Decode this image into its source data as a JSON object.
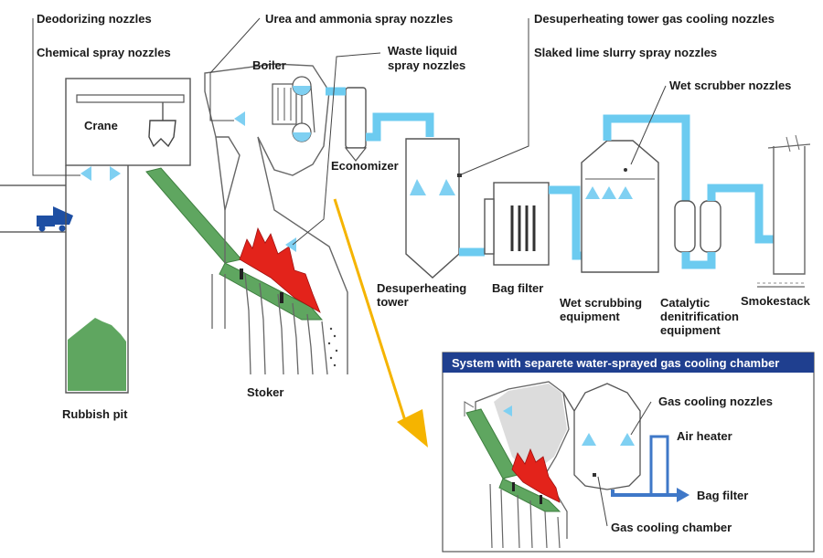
{
  "labels": {
    "deodorizing": "Deodorizing nozzles",
    "chemical": "Chemical spray nozzles",
    "urea": "Urea and ammonia spray nozzles",
    "waste_liquid_1": "Waste liquid",
    "waste_liquid_2": "spray nozzles",
    "desuper_nozzles": "Desuperheating tower gas cooling nozzles",
    "slaked_lime": "Slaked lime slurry spray nozzles",
    "wet_scrubber_nozzles": "Wet scrubber nozzles",
    "boiler": "Boiler",
    "crane": "Crane",
    "economizer": "Economizer",
    "desuper_tower_1": "Desuperheating",
    "desuper_tower_2": "tower",
    "bag_filter": "Bag filter",
    "wet_scrubbing_1": "Wet scrubbing",
    "wet_scrubbing_2": "equipment",
    "catalytic_1": "Catalytic",
    "catalytic_2": "denitrification",
    "catalytic_3": "equipment",
    "smokestack": "Smokestack",
    "rubbish_pit": "Rubbish pit",
    "stoker": "Stoker"
  },
  "inset": {
    "title": "System with separete water-sprayed gas cooling chamber",
    "gas_cooling_nozzles": "Gas cooling nozzles",
    "air_heater": "Air heater",
    "bag_filter": "Bag filter",
    "gas_cooling_chamber": "Gas cooling chamber"
  },
  "colors": {
    "pipe": "#6ccbf0",
    "waste_green": "#5fa660",
    "fire_red": "#e3231b",
    "arrow_yellow": "#f5b400",
    "inset_header": "#1f3f8f",
    "inset_arrow": "#3f78c8"
  }
}
